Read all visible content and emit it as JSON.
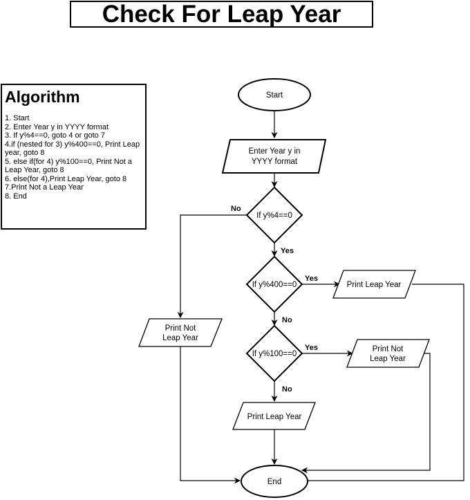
{
  "title": "Check For Leap Year",
  "algorithm": {
    "heading": "Algorithm",
    "steps": [
      "1. Start",
      "2. Enter Year y in YYYY format",
      "3. If y%4==0, goto 4 or goto 7",
      "4.if (nested for 3) y%400==0, Print Leap year, goto 8",
      "5. else if(for 4) y%100==0, Print Not a Leap Year, goto 8",
      "6. else(for 4),Print Leap Year, goto 8",
      "7.Print Not a Leap Year",
      "8. End"
    ]
  },
  "flowchart": {
    "start": "Start",
    "input": [
      "Enter Year y in",
      "YYYY format"
    ],
    "decision1": "If y%4==0",
    "decision2": "If y%400==0",
    "decision3": "If y%100==0",
    "print_not_leap_left": [
      "Print Not",
      "Leap Year"
    ],
    "print_leap_right": "Print Leap Year",
    "print_not_leap_right": [
      "Print Not",
      "Leap Year"
    ],
    "print_leap_bottom": "Print Leap Year",
    "end": "End",
    "labels": {
      "d1_no": "No",
      "d1_yes": "Yes",
      "d2_yes": "Yes",
      "d2_no": "No",
      "d3_yes": "Yes",
      "d3_no": "No"
    }
  }
}
